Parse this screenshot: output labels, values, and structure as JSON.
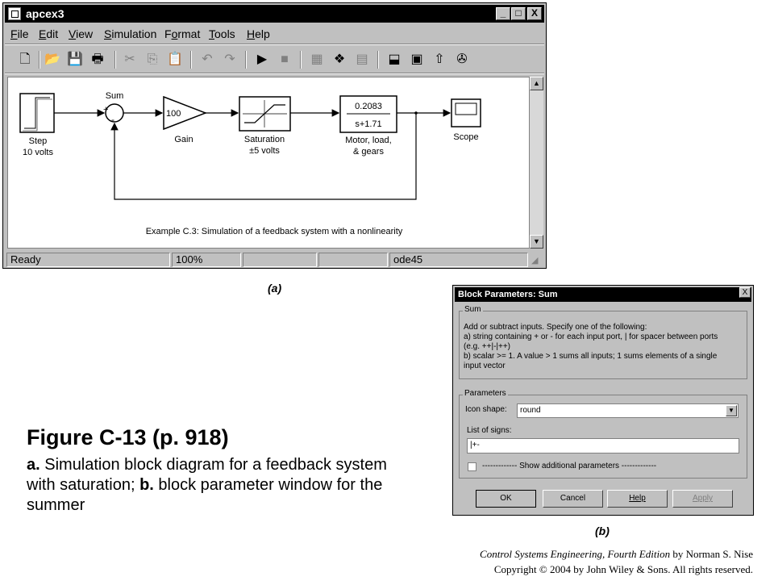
{
  "window": {
    "title": "apcex3",
    "title_buttons": [
      "_",
      "□",
      "X"
    ],
    "menu": [
      {
        "label": "File",
        "key": "F",
        "rest": "ile"
      },
      {
        "label": "Edit",
        "key": "E",
        "rest": "dit"
      },
      {
        "label": "View",
        "key": "V",
        "rest": "iew"
      },
      {
        "label": "Simulation",
        "key": "S",
        "rest": "imulation"
      },
      {
        "label": "Format",
        "key": "o",
        "pre": "F",
        "rest": "rmat"
      },
      {
        "label": "Tools",
        "key": "T",
        "rest": "ools"
      },
      {
        "label": "Help",
        "key": "H",
        "rest": "elp"
      }
    ],
    "toolbar_icons": [
      "new-icon",
      "open-icon",
      "save-icon",
      "print-icon",
      "cut-icon",
      "copy-icon",
      "paste-icon",
      "undo-icon",
      "redo-icon",
      "run-icon",
      "stop-icon",
      "library-browser-icon",
      "build-icon",
      "update-diagram-icon",
      "model-browser-icon",
      "debugger-icon",
      "go-to-parent-icon",
      "zoom-icon"
    ],
    "status": {
      "state": "Ready",
      "zoom": "100%",
      "solver": "ode45"
    }
  },
  "diagram": {
    "step": {
      "name": "Step",
      "sub": "10 volts"
    },
    "sum": {
      "name": "Sum",
      "plus": "+",
      "minus": "-"
    },
    "gain": {
      "value": "100",
      "name": "Gain"
    },
    "saturation": {
      "name": "Saturation",
      "sub": "±5 volts"
    },
    "tf": {
      "numerator": "0.2083",
      "denominator": "s+1.71",
      "name": "Motor, load,",
      "sub": "& gears"
    },
    "scope": {
      "name": "Scope"
    },
    "annotation": "Example C.3: Simulation of a feedback system with a nonlinearity"
  },
  "labels": {
    "a": "(a)",
    "b": "(b)"
  },
  "dialog": {
    "title": "Block Parameters: Sum",
    "close": "X",
    "group_sum": "Sum",
    "description": [
      "Add or subtract inputs.  Specify one of the following:",
      "a) string containing + or - for each input port, | for spacer between ports",
      "(e.g. ++|-|++)",
      "b) scalar >= 1. A value > 1 sums all inputs; 1 sums elements of a single",
      "input vector"
    ],
    "group_params": "Parameters",
    "icon_shape_label": "Icon shape:",
    "icon_shape_value": "round",
    "signs_label": "List of signs:",
    "signs_value": "|+-",
    "additional": "------------- Show additional parameters -------------",
    "buttons": {
      "ok": "OK",
      "cancel": "Cancel",
      "help": "Help",
      "apply": "Apply"
    }
  },
  "caption": {
    "title": "Figure C-13  (p. 918)",
    "desc_a_bold": "a.",
    "desc_a": " Simulation block diagram for a feedback system with saturation; ",
    "desc_b_bold": "b.",
    "desc_b": " block parameter window for the summer"
  },
  "credit": {
    "book": "Control Systems Engineering, Fourth Edition",
    "author": " by Norman S. Nise",
    "copyright": "Copyright © 2004 by John Wiley  & Sons. All rights reserved."
  }
}
